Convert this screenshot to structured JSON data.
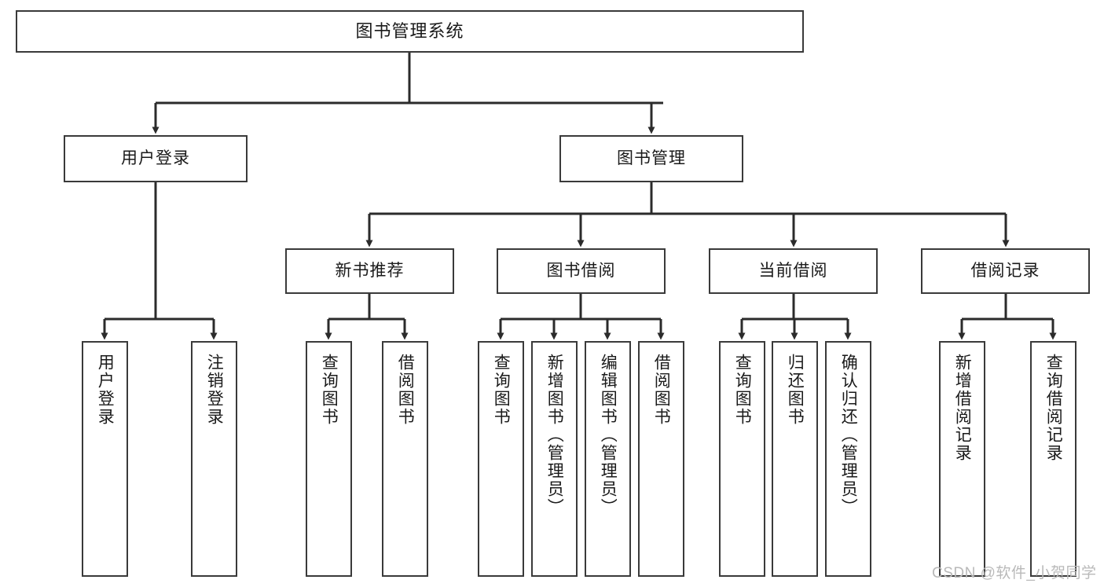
{
  "diagram": {
    "type": "tree",
    "title": "图书管理系统",
    "orientation": "top-down",
    "colors": {
      "node_border": "#3a3a3a",
      "node_fill": "#ffffff",
      "edge": "#2b2b2b",
      "text": "#1a1a1a",
      "watermark": "#b9b9b9",
      "background": "#ffffff"
    },
    "root": {
      "id": "root",
      "label": "图书管理系统"
    },
    "level2": [
      {
        "id": "user-login",
        "label": "用户登录"
      },
      {
        "id": "book-manage",
        "label": "图书管理"
      }
    ],
    "level3": [
      {
        "id": "new-book-recommend",
        "label": "新书推荐",
        "parent": "book-manage"
      },
      {
        "id": "book-borrow",
        "label": "图书借阅",
        "parent": "book-manage"
      },
      {
        "id": "current-borrow",
        "label": "当前借阅",
        "parent": "book-manage"
      },
      {
        "id": "borrow-record",
        "label": "借阅记录",
        "parent": "book-manage"
      }
    ],
    "leaves": {
      "user-login": [
        {
          "id": "leaf-user-login",
          "label": "用户登录"
        },
        {
          "id": "leaf-user-logout",
          "label": "注销登录"
        }
      ],
      "new-book-recommend": [
        {
          "id": "leaf-query-book-1",
          "label": "查询图书"
        },
        {
          "id": "leaf-borrow-book-1",
          "label": "借阅图书"
        }
      ],
      "book-borrow": [
        {
          "id": "leaf-query-book-2",
          "label": "查询图书"
        },
        {
          "id": "leaf-add-book",
          "label": "新增图书（管理员）"
        },
        {
          "id": "leaf-edit-book",
          "label": "编辑图书（管理员）"
        },
        {
          "id": "leaf-borrow-book-2",
          "label": "借阅图书"
        }
      ],
      "current-borrow": [
        {
          "id": "leaf-query-book-3",
          "label": "查询图书"
        },
        {
          "id": "leaf-return-book",
          "label": "归还图书"
        },
        {
          "id": "leaf-confirm-return",
          "label": "确认归还（管理员）"
        }
      ],
      "borrow-record": [
        {
          "id": "leaf-add-record",
          "label": "新增借阅记录"
        },
        {
          "id": "leaf-query-record",
          "label": "查询借阅记录"
        }
      ]
    }
  },
  "watermark": {
    "text": "CSDN @软件_小贺同学"
  }
}
